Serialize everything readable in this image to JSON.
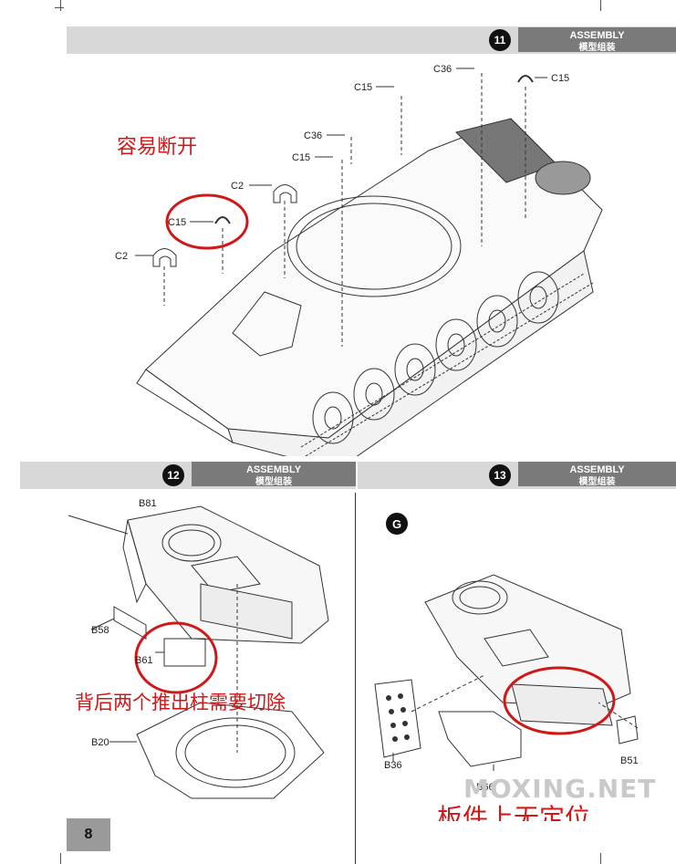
{
  "steps": [
    {
      "number": "11",
      "tag_en": "ASSEMBLY",
      "tag_zh": "模型组装"
    },
    {
      "number": "12",
      "tag_en": "ASSEMBLY",
      "tag_zh": "模型组装"
    },
    {
      "number": "13",
      "tag_en": "ASSEMBLY",
      "tag_zh": "模型组装"
    }
  ],
  "step11": {
    "parts": [
      "C36",
      "C15",
      "C15",
      "C36",
      "C15",
      "C2",
      "C15",
      "C2"
    ],
    "note": "容易断开"
  },
  "step12": {
    "parts": [
      "B81",
      "B58",
      "B61",
      "B20"
    ],
    "note": "背后两个推出柱需要切除"
  },
  "step13": {
    "subassembly": "G",
    "parts": [
      "B36",
      "B66",
      "B51"
    ],
    "note": "板件上无定位"
  },
  "page_number": "8",
  "watermark": "MOXING.NET",
  "colors": {
    "header_band": "#d8d8d8",
    "tag": "#7a7a7a",
    "annotation_red": "#d01818"
  }
}
